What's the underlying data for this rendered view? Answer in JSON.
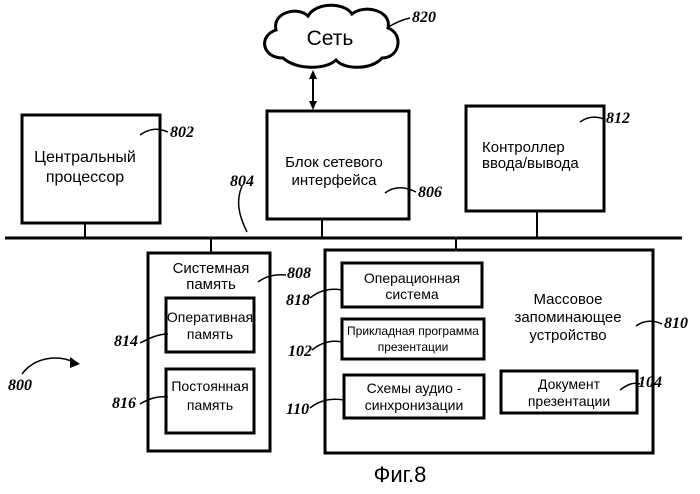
{
  "blocks": {
    "network": "Сеть",
    "cpu": [
      "Центральный",
      "процессор"
    ],
    "nic": [
      "Блок сетевого",
      "интерфейса"
    ],
    "io": [
      "Контроллер",
      "ввода/вывода"
    ],
    "sysmem": [
      "Системная",
      "память"
    ],
    "ram": [
      "Оперативная",
      "память"
    ],
    "rom": [
      "Постоянная",
      "память"
    ],
    "mass": [
      "Массовое",
      "запоминающее",
      "устройство"
    ],
    "os": [
      "Операционная",
      "система"
    ],
    "app": [
      "Прикладная программа",
      "презентации"
    ],
    "audio": [
      "Схемы аудио -",
      "синхронизации"
    ],
    "doc": [
      "Документ",
      "презентации"
    ]
  },
  "refs": {
    "network": "820",
    "cpu": "802",
    "nic": "806",
    "io": "812",
    "bus": "804",
    "sysmem": "808",
    "ram": "814",
    "rom": "816",
    "mass": "810",
    "os": "818",
    "app": "102",
    "audio": "110",
    "doc": "104",
    "system": "800"
  },
  "caption": "Фиг.8"
}
